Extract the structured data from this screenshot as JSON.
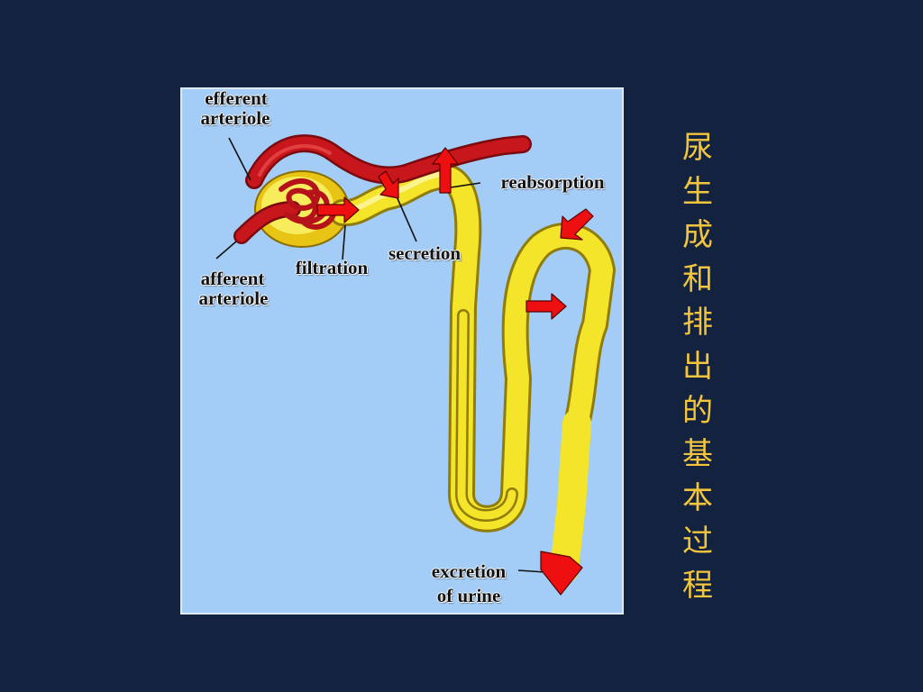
{
  "labels": {
    "efferent": "efferent",
    "efferent_arteriole": "arteriole",
    "afferent": "afferent",
    "afferent_arteriole": "arteriole",
    "filtration": "filtration",
    "secretion": "secretion",
    "reabsorption": "reabsorption",
    "excretion": "excretion",
    "of_urine": "of urine"
  },
  "title_chars": [
    "尿",
    "生",
    "成",
    "和",
    "排",
    "出",
    "的",
    "基",
    "本",
    "过",
    "程"
  ],
  "colors": {
    "background": "#12223f",
    "panel": "#a3cdf7",
    "tubule": "#f4e42a",
    "vessel": "#c8161d",
    "arrow": "#ee1010",
    "title": "#f2c53c"
  }
}
